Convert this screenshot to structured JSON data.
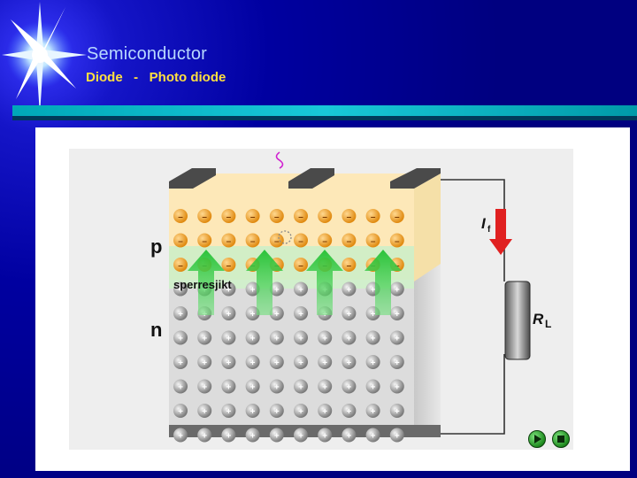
{
  "slide": {
    "title": "Semiconductor",
    "subtitle": "Diode   -   Photo diode"
  },
  "diagram": {
    "p_label": "p",
    "n_label": "n",
    "depletion_label": "sperresjikt",
    "current_symbol": "I",
    "current_subscript": "f",
    "resistor_symbol": "R",
    "resistor_subscript": "L",
    "rows_holes": 3,
    "rows_electrons": 7,
    "columns": 10,
    "hole_sign": "–",
    "electron_sign": "+",
    "colors": {
      "p_region": "#fde8b8",
      "depletion": "#cdeec8",
      "n_region": "#dcdcdc",
      "hole": "#f0a030",
      "electron": "#9a9a9a",
      "arrow_green": "#3ccc4c",
      "current_arrow": "#e02020",
      "light_wave": "#d020d0"
    }
  },
  "controls": {
    "play_icon": "play-icon",
    "stop_icon": "stop-icon"
  }
}
